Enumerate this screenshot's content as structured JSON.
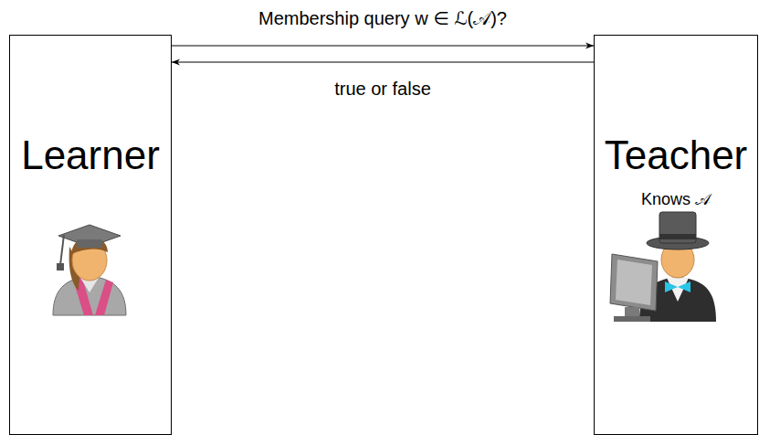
{
  "diagram": {
    "nodes": [
      {
        "text": [
          "Learner"
        ]
      },
      {
        "text": [
          "Teacher",
          "Knows 𝒜"
        ]
      }
    ],
    "edges": [
      {
        "from": 0,
        "to": 1,
        "arrow": "to",
        "label": "Membership query w ∈ ℒ(𝒜)?"
      },
      {
        "from": 1,
        "to": 0,
        "arrow": "to",
        "label": "true or false"
      }
    ]
  }
}
